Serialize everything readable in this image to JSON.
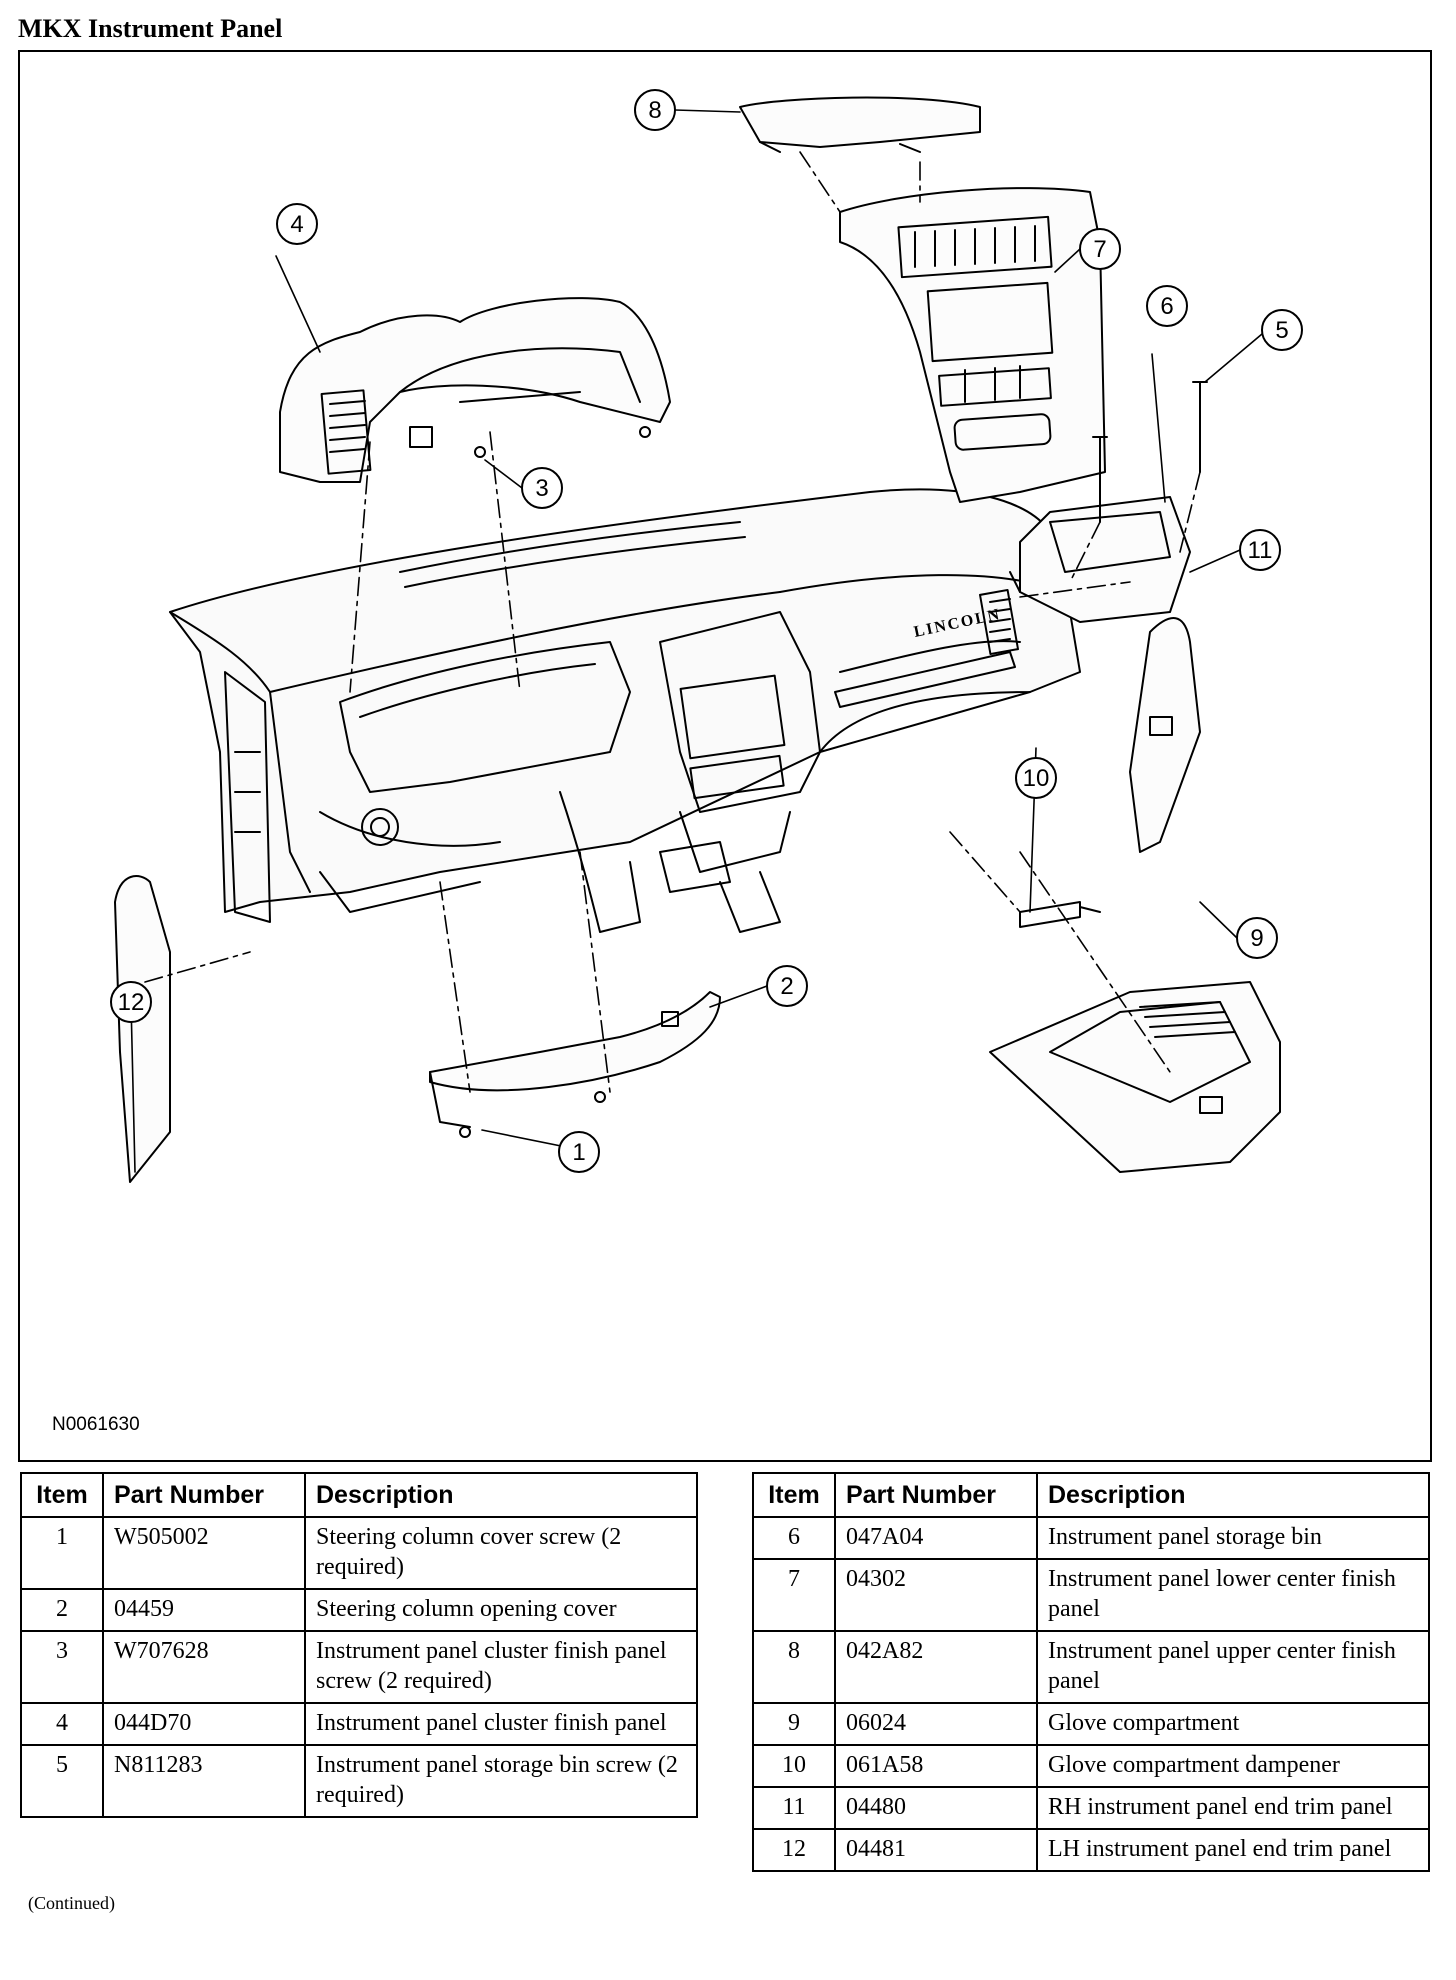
{
  "title": "MKX Instrument Panel",
  "figure_id": "N0061630",
  "logo_text": "LINCOLN",
  "callouts": [
    "1",
    "2",
    "3",
    "4",
    "5",
    "6",
    "7",
    "8",
    "9",
    "10",
    "11",
    "12"
  ],
  "columns": {
    "item": "Item",
    "part_number": "Part Number",
    "description": "Description"
  },
  "parts_left": [
    {
      "item": "1",
      "part_number": "W505002",
      "description": "Steering column cover screw (2 required)"
    },
    {
      "item": "2",
      "part_number": "04459",
      "description": "Steering column opening cover"
    },
    {
      "item": "3",
      "part_number": "W707628",
      "description": "Instrument panel cluster finish panel screw (2 required)"
    },
    {
      "item": "4",
      "part_number": "044D70",
      "description": "Instrument panel cluster finish panel"
    },
    {
      "item": "5",
      "part_number": "N811283",
      "description": "Instrument panel storage bin screw (2 required)"
    }
  ],
  "parts_right": [
    {
      "item": "6",
      "part_number": "047A04",
      "description": "Instrument panel storage bin"
    },
    {
      "item": "7",
      "part_number": "04302",
      "description": "Instrument panel lower center finish panel"
    },
    {
      "item": "8",
      "part_number": "042A82",
      "description": "Instrument panel upper center finish panel"
    },
    {
      "item": "9",
      "part_number": "06024",
      "description": "Glove compartment"
    },
    {
      "item": "10",
      "part_number": "061A58",
      "description": "Glove compartment dampener"
    },
    {
      "item": "11",
      "part_number": "04480",
      "description": "RH instrument panel end trim panel"
    },
    {
      "item": "12",
      "part_number": "04481",
      "description": "LH instrument panel end trim panel"
    }
  ],
  "continued_note": "(Continued)"
}
